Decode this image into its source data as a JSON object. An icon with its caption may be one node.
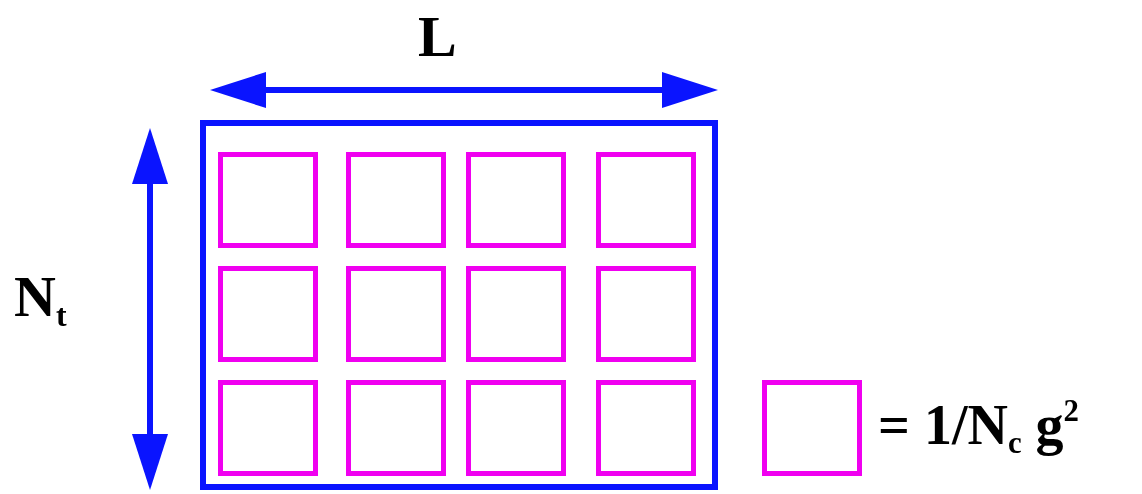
{
  "diagram": {
    "nodes": [
      {
        "text": [],
        "shape": "box"
      },
      {
        "text": [],
        "shape": "box",
        "in": 0
      },
      {
        "text": [],
        "shape": "box",
        "in": 0
      },
      {
        "text": [],
        "shape": "box",
        "in": 0
      },
      {
        "text": [],
        "shape": "box",
        "in": 0
      },
      {
        "text": [],
        "shape": "box",
        "in": 0
      },
      {
        "text": [],
        "shape": "box",
        "in": 0
      },
      {
        "text": [],
        "shape": "box",
        "in": 0
      },
      {
        "text": [],
        "shape": "box",
        "in": 0
      },
      {
        "text": [],
        "shape": "box",
        "in": 0
      },
      {
        "text": [],
        "shape": "box",
        "in": 0
      },
      {
        "text": [],
        "shape": "box",
        "in": 0
      },
      {
        "text": [],
        "shape": "box",
        "in": 0
      },
      {
        "text": [],
        "shape": "box",
        "beside": [
          "= 1/N$_{c}$ g$^{2}$"
        ]
      }
    ],
    "labels": [
      "L",
      "N$_{t}$"
    ]
  }
}
